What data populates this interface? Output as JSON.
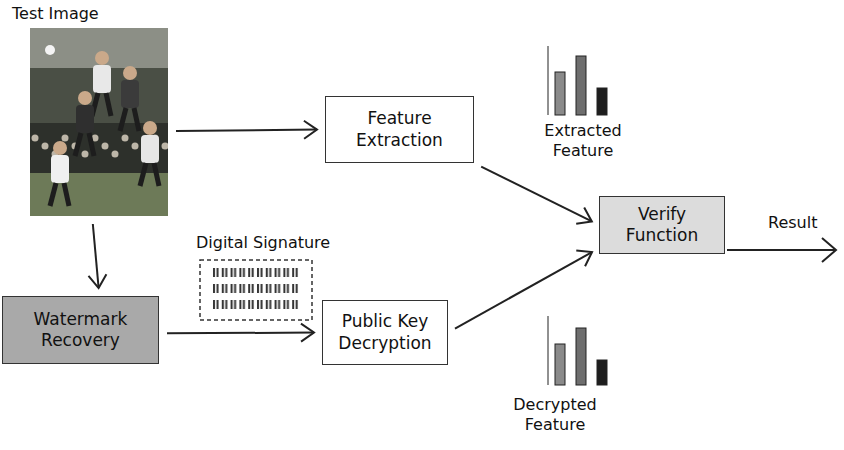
{
  "diagram": {
    "nodes": [
      {
        "text": [
          "Test Image"
        ]
      },
      {
        "text": [
          "Feature Extraction"
        ]
      },
      {
        "text": [
          "Watermark Recovery"
        ]
      },
      {
        "text": [
          "Public Key Decryption"
        ]
      },
      {
        "text": [
          "Verify Function"
        ]
      }
    ],
    "edges": [
      {
        "from": 0,
        "to": 1,
        "arrow": "to"
      },
      {
        "from": 0,
        "to": 2,
        "arrow": "to"
      },
      {
        "from": 2,
        "to": 3,
        "arrow": "to"
      },
      {
        "from": 1,
        "to": 4,
        "arrow": "to"
      },
      {
        "from": 3,
        "to": 4,
        "arrow": "to"
      }
    ],
    "labels": [
      "Digital Signature",
      "Extracted Feature",
      "Decrypted Feature",
      "Result"
    ]
  }
}
